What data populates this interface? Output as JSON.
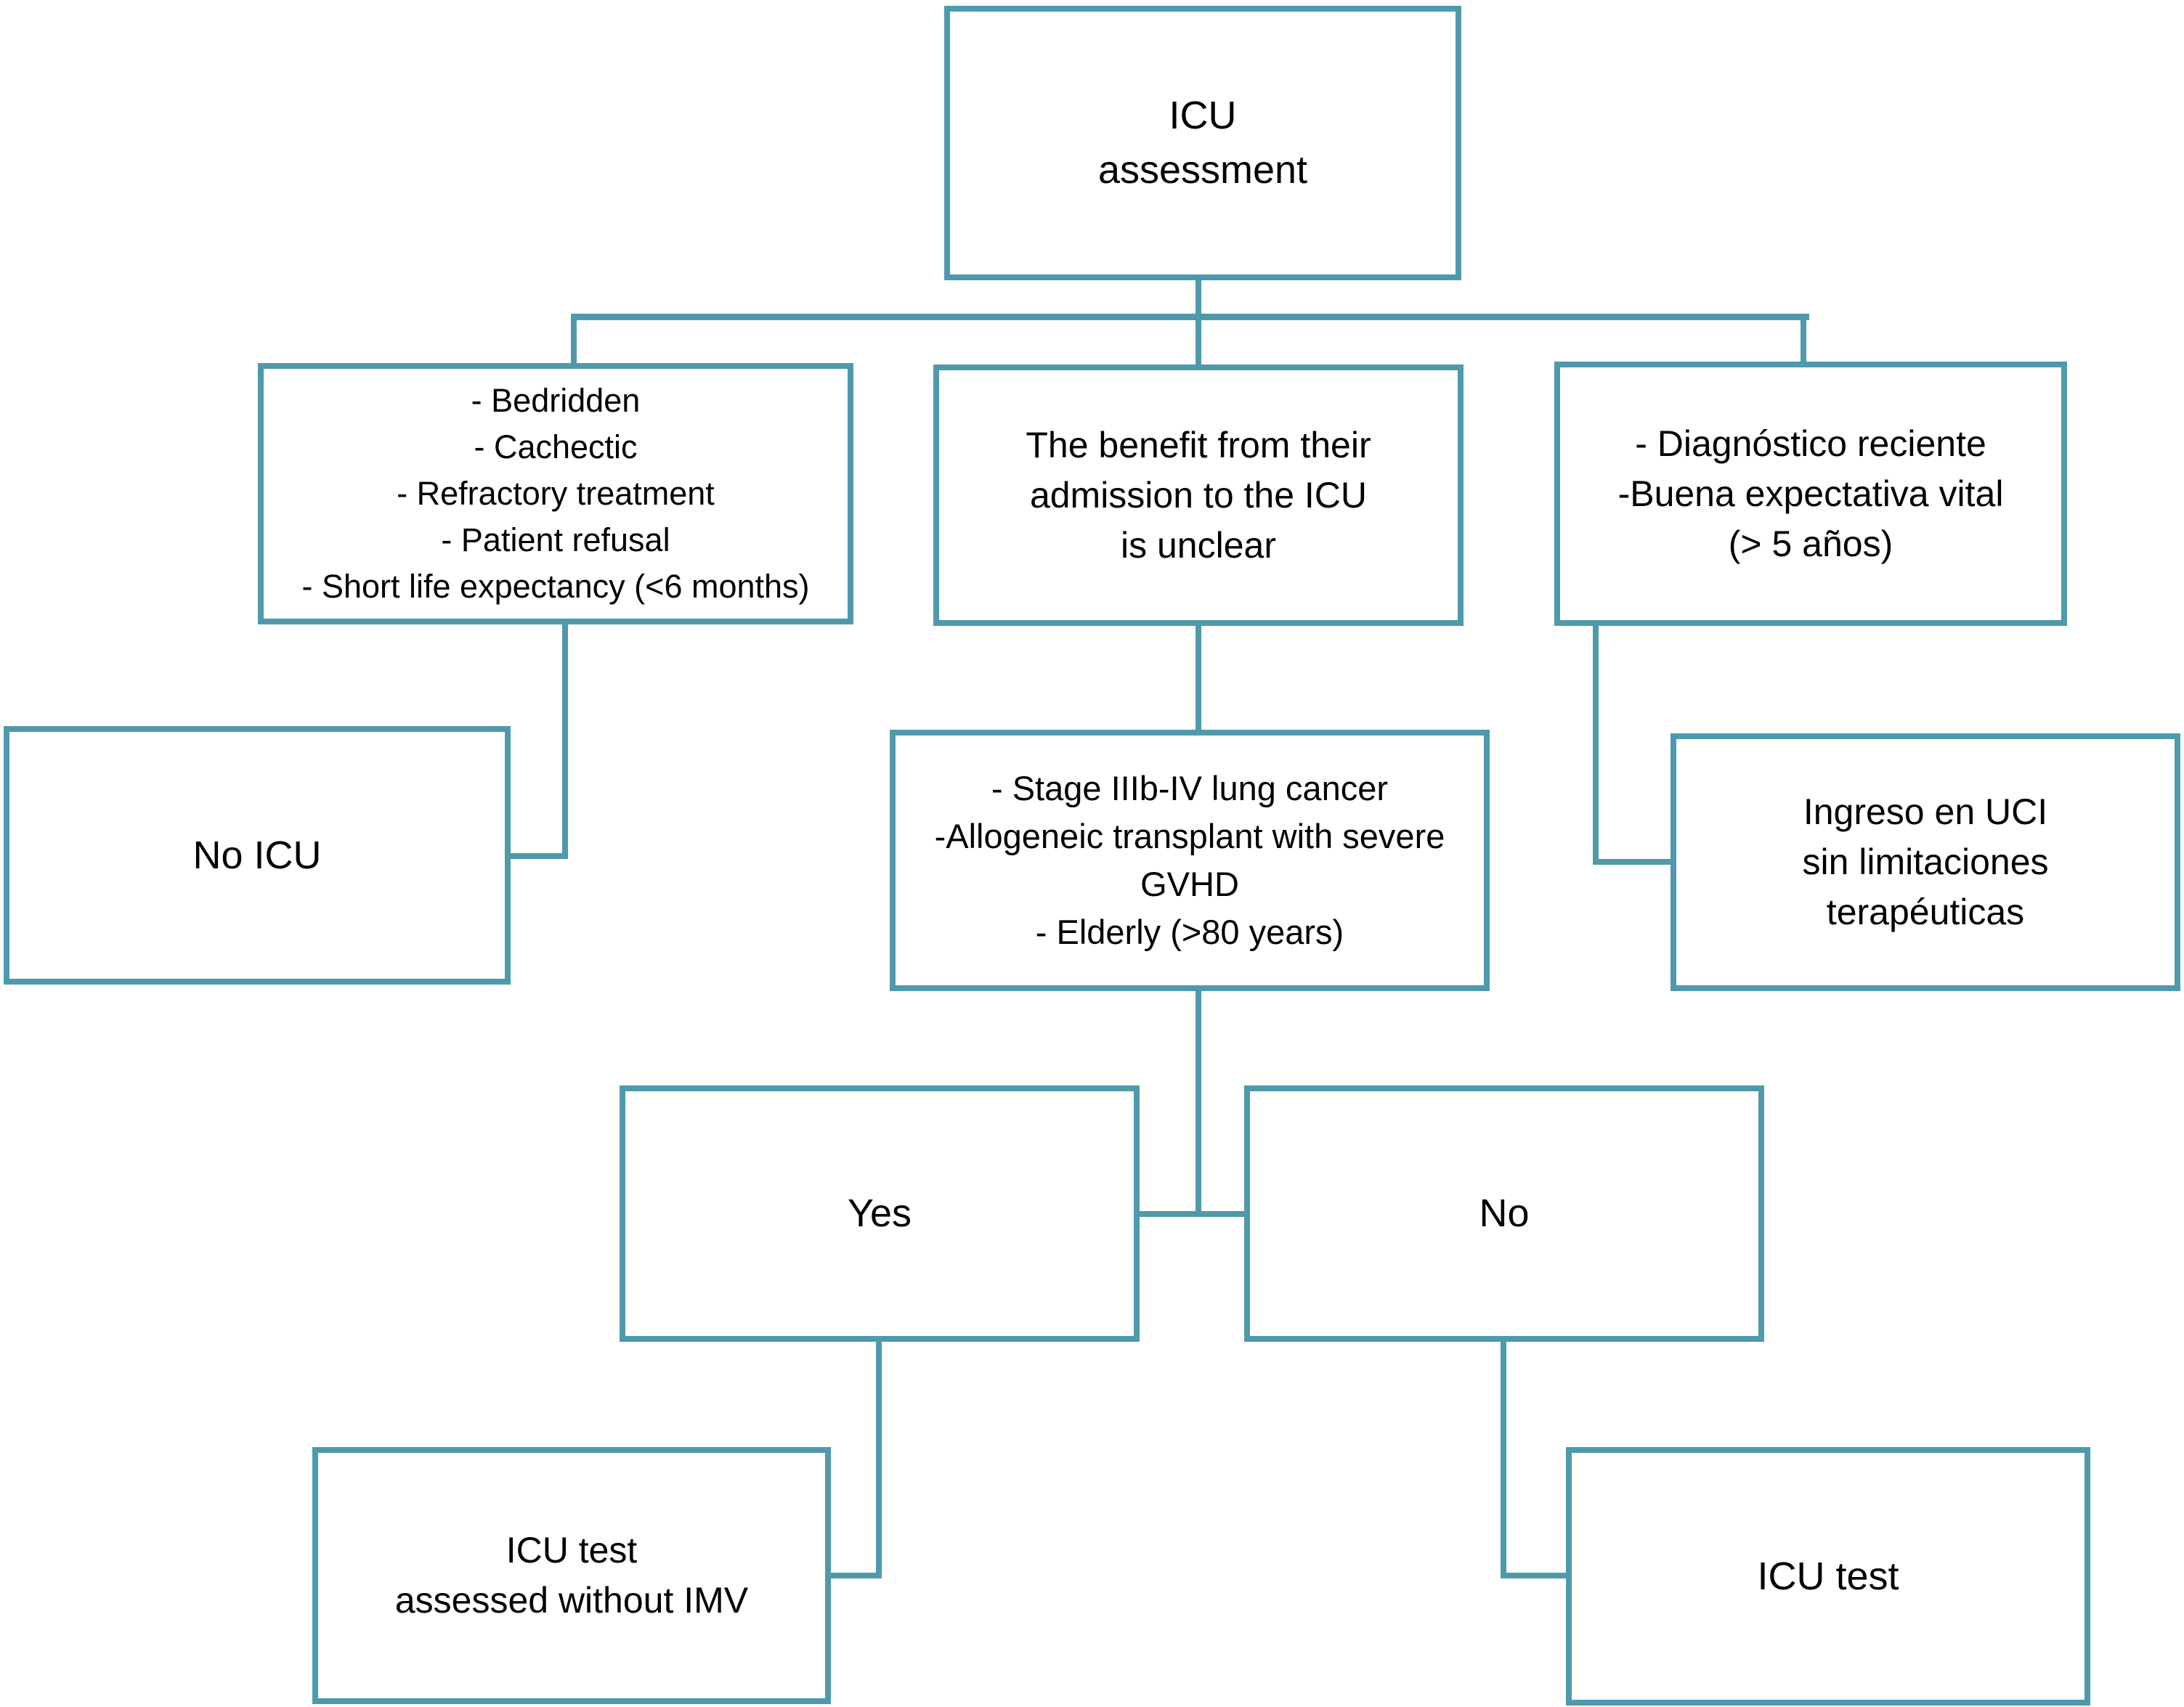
{
  "diagram": {
    "kind": "clinical decision flowchart",
    "root_label": "ICU assessment"
  },
  "colors": {
    "accent": "#4e9aac",
    "background": "#ffffff",
    "text": "#000000"
  },
  "nodes": {
    "icu_assessment": {
      "lines": [
        "ICU",
        "assessment"
      ]
    },
    "exclusion_criteria": {
      "lines": [
        "- Bedridden",
        "- Cachectic",
        "- Refractory treatment",
        "- Patient refusal",
        "- Short life expectancy (<6 months)"
      ]
    },
    "unclear_benefit": {
      "lines": [
        "The benefit from their",
        "admission to the ICU",
        "is unclear"
      ]
    },
    "good_prognosis": {
      "lines": [
        "- Diagnóstico reciente",
        "-Buena expectativa vital",
        "(> 5 años)"
      ]
    },
    "no_icu": {
      "lines": [
        "No ICU"
      ]
    },
    "uncertain_conditions": {
      "lines": [
        "-  Stage IIIb-IV lung cancer",
        "-Allogeneic transplant with severe",
        "GVHD",
        "- Elderly (>80 years)"
      ]
    },
    "icu_without_limits": {
      "lines": [
        "Ingreso en UCI",
        "sin limitaciones",
        "terapéuticas"
      ]
    },
    "yes": {
      "lines": [
        "Yes"
      ]
    },
    "no": {
      "lines": [
        "No"
      ]
    },
    "icu_test_without_imv": {
      "lines": [
        "ICU test",
        "assessed without IMV"
      ]
    },
    "icu_test": {
      "lines": [
        "ICU test"
      ]
    }
  }
}
